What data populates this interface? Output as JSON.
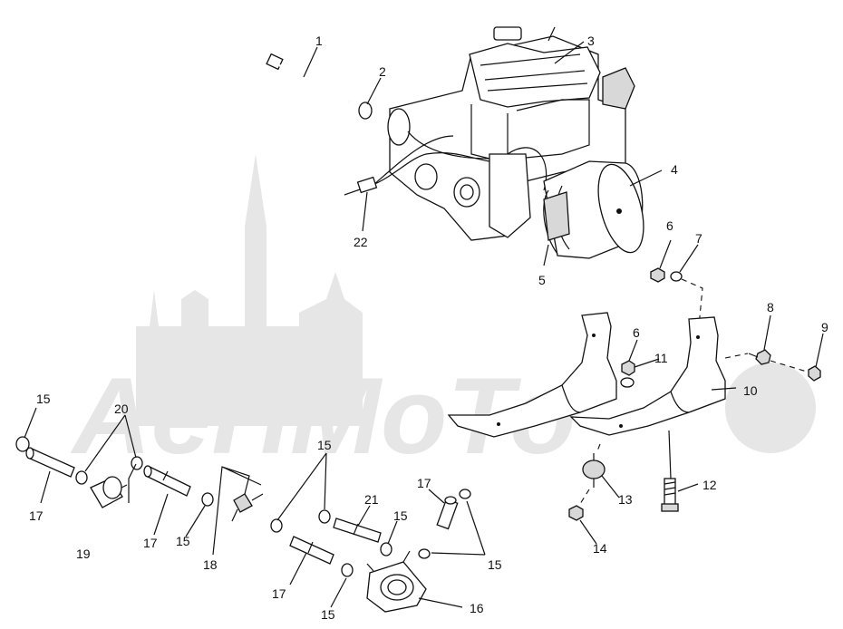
{
  "diagram": {
    "watermark_text": "AeHMoTo",
    "callouts": [
      {
        "id": "c1",
        "label": "1"
      },
      {
        "id": "c2",
        "label": "2"
      },
      {
        "id": "c3",
        "label": "3"
      },
      {
        "id": "c4",
        "label": "4"
      },
      {
        "id": "c5",
        "label": "5"
      },
      {
        "id": "c6a",
        "label": "6"
      },
      {
        "id": "c6b",
        "label": "6"
      },
      {
        "id": "c7",
        "label": "7"
      },
      {
        "id": "c8",
        "label": "8"
      },
      {
        "id": "c9",
        "label": "9"
      },
      {
        "id": "c10",
        "label": "10"
      },
      {
        "id": "c11",
        "label": "11"
      },
      {
        "id": "c12",
        "label": "12"
      },
      {
        "id": "c13",
        "label": "13"
      },
      {
        "id": "c14",
        "label": "14"
      },
      {
        "id": "c15a",
        "label": "15"
      },
      {
        "id": "c15b",
        "label": "15"
      },
      {
        "id": "c15c",
        "label": "15"
      },
      {
        "id": "c15d",
        "label": "15"
      },
      {
        "id": "c15e",
        "label": "15"
      },
      {
        "id": "c15f",
        "label": "15"
      },
      {
        "id": "c16",
        "label": "16"
      },
      {
        "id": "c17a",
        "label": "17"
      },
      {
        "id": "c17b",
        "label": "17"
      },
      {
        "id": "c17c",
        "label": "17"
      },
      {
        "id": "c17d",
        "label": "17"
      },
      {
        "id": "c18",
        "label": "18"
      },
      {
        "id": "c19",
        "label": "19"
      },
      {
        "id": "c20",
        "label": "20"
      },
      {
        "id": "c21",
        "label": "21"
      },
      {
        "id": "c22",
        "label": "22"
      }
    ]
  }
}
